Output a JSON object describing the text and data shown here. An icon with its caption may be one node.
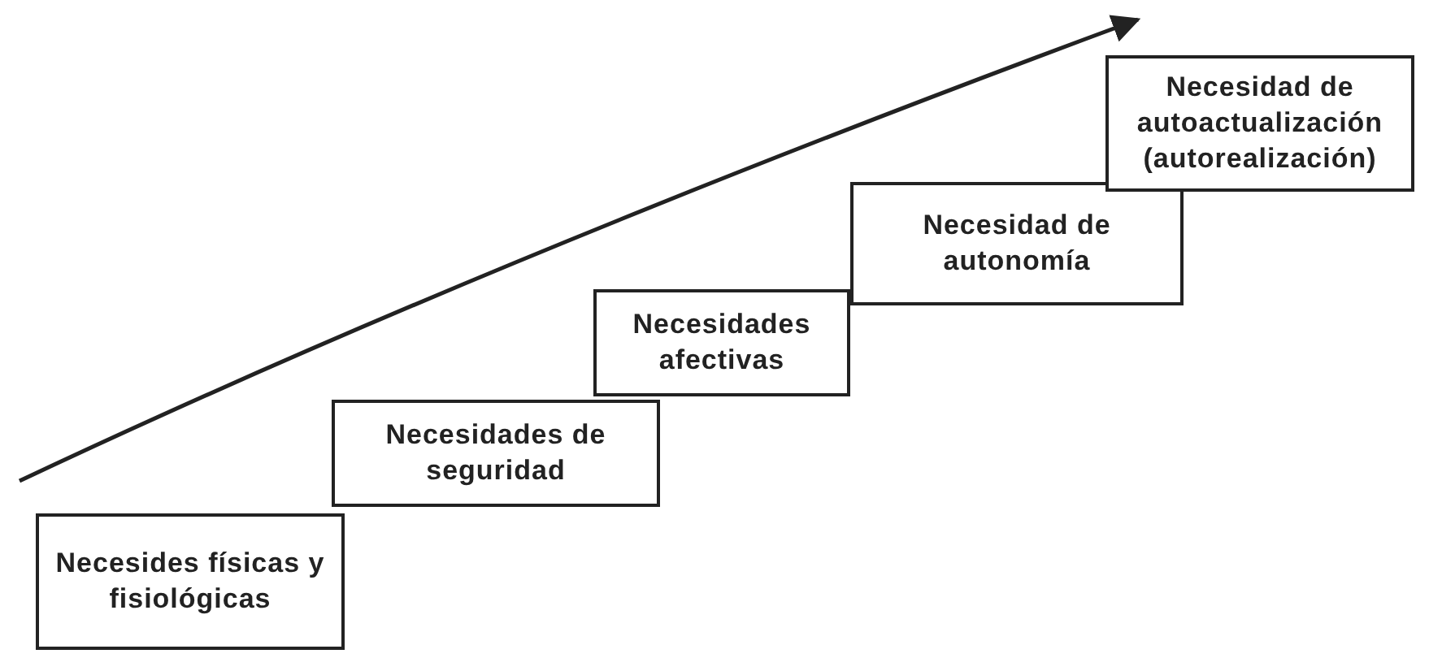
{
  "diagram": {
    "nodes": [
      {
        "text": [
          "Necesides físicas y fisiológicas"
        ]
      },
      {
        "text": [
          "Necesidades de seguridad"
        ]
      },
      {
        "text": [
          "Necesidades afectivas"
        ]
      },
      {
        "text": [
          "Necesidad de autonomía"
        ]
      },
      {
        "text": [
          "Necesidad de autoactualización (autorealización)"
        ]
      }
    ],
    "edges": []
  }
}
